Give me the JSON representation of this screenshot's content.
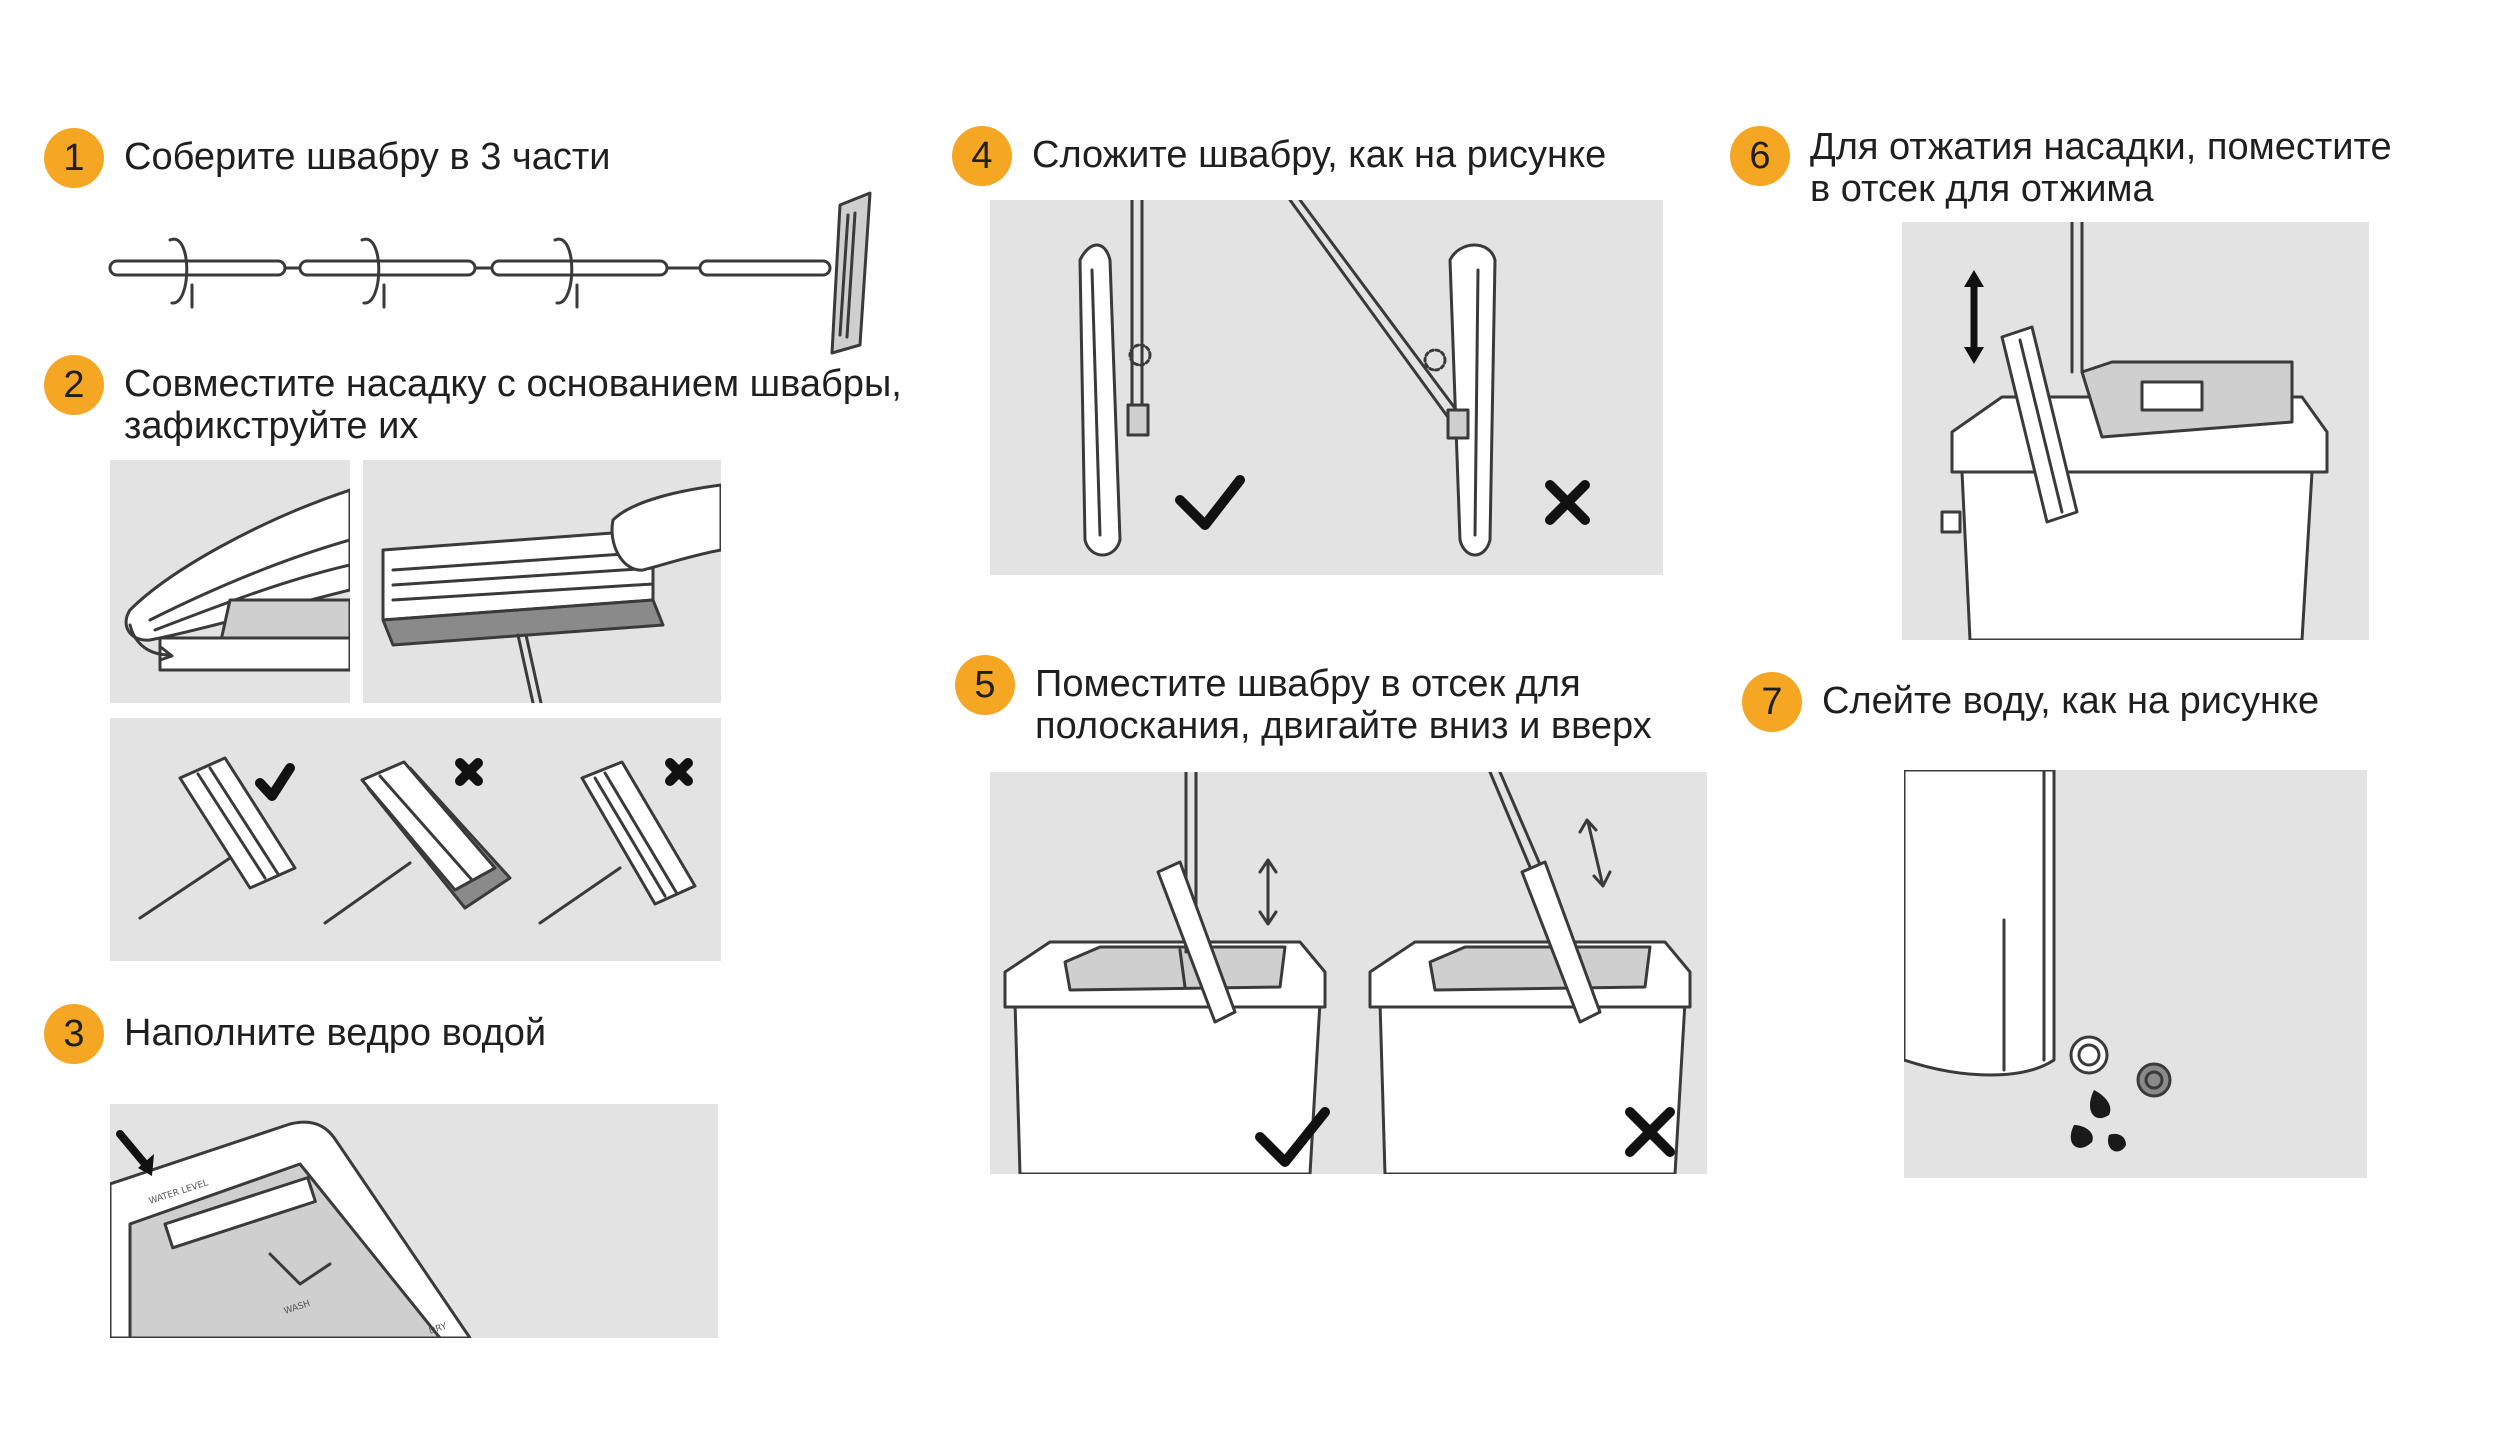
{
  "steps": [
    {
      "number": "1",
      "lines": [
        "Соберите швабру в 3 части"
      ]
    },
    {
      "number": "2",
      "lines": [
        "Совместите насадку с основанием швабры,",
        "зафикструйте их"
      ]
    },
    {
      "number": "3",
      "lines": [
        "Наполните ведро водой"
      ]
    },
    {
      "number": "4",
      "lines": [
        "Сложите швабру, как на рисунке"
      ]
    },
    {
      "number": "5",
      "lines": [
        "Поместите швабру в отсек для",
        "полоскания, двигайте вниз и вверх"
      ]
    },
    {
      "number": "6",
      "lines": [
        "Для отжатия насадки, поместите",
        "в отсек для отжима"
      ]
    },
    {
      "number": "7",
      "lines": [
        "Слейте воду, как на рисунке"
      ]
    }
  ],
  "embossed_labels": {
    "water_level": "WATER LEVEL",
    "wash": "WASH",
    "dry": "DRY"
  },
  "marks": {
    "correct": "check-mark-icon",
    "wrong": "cross-mark-icon"
  },
  "colors": {
    "accent": "#F5A623",
    "panel": "#e3e3e3",
    "ink": "#1f1f1f"
  }
}
